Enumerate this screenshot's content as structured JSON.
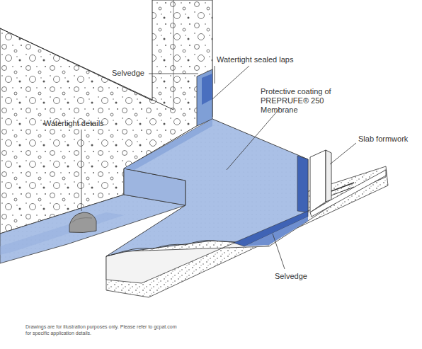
{
  "diagram": {
    "labels": [
      "Watertight sealed laps",
      "Protective coating of PREPRUFE® 250 Membrane",
      "Selvedge",
      "Watertight details",
      "Slab formwork",
      "Selvedge",
      "Drawings are for illustration purposes only. Please refer to gcpat.com for specific application details."
    ]
  }
}
